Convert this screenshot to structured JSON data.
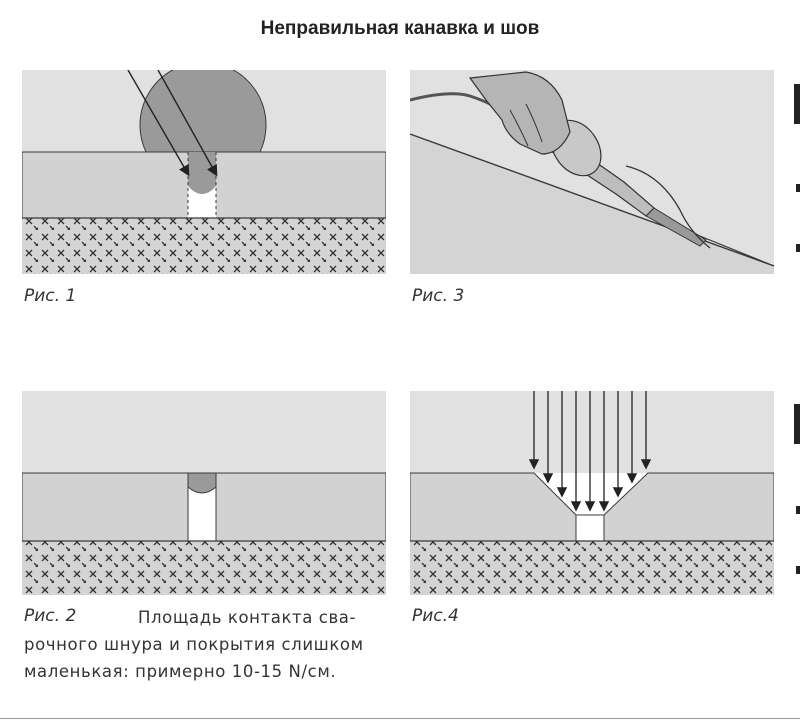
{
  "title": "Неправильная канавка и шов",
  "figures": {
    "fig1": {
      "label": "Рис. 1"
    },
    "fig2": {
      "label": "Рис. 2",
      "description_line1": "Площадь контакта сва-",
      "description_line2": "рочного шнура и покрытия слишком",
      "description_line3": "маленькая: примерно 10-15 N/см."
    },
    "fig3": {
      "label": "Рис. 3"
    },
    "fig4": {
      "label": "Рис.4"
    }
  },
  "colors": {
    "covering": "#d2d2d2",
    "substrate": "#d4d4d4",
    "panel_top": "#e1e1e1",
    "weld_cord": "#9a9a9a",
    "line": "#3a3a3a"
  }
}
